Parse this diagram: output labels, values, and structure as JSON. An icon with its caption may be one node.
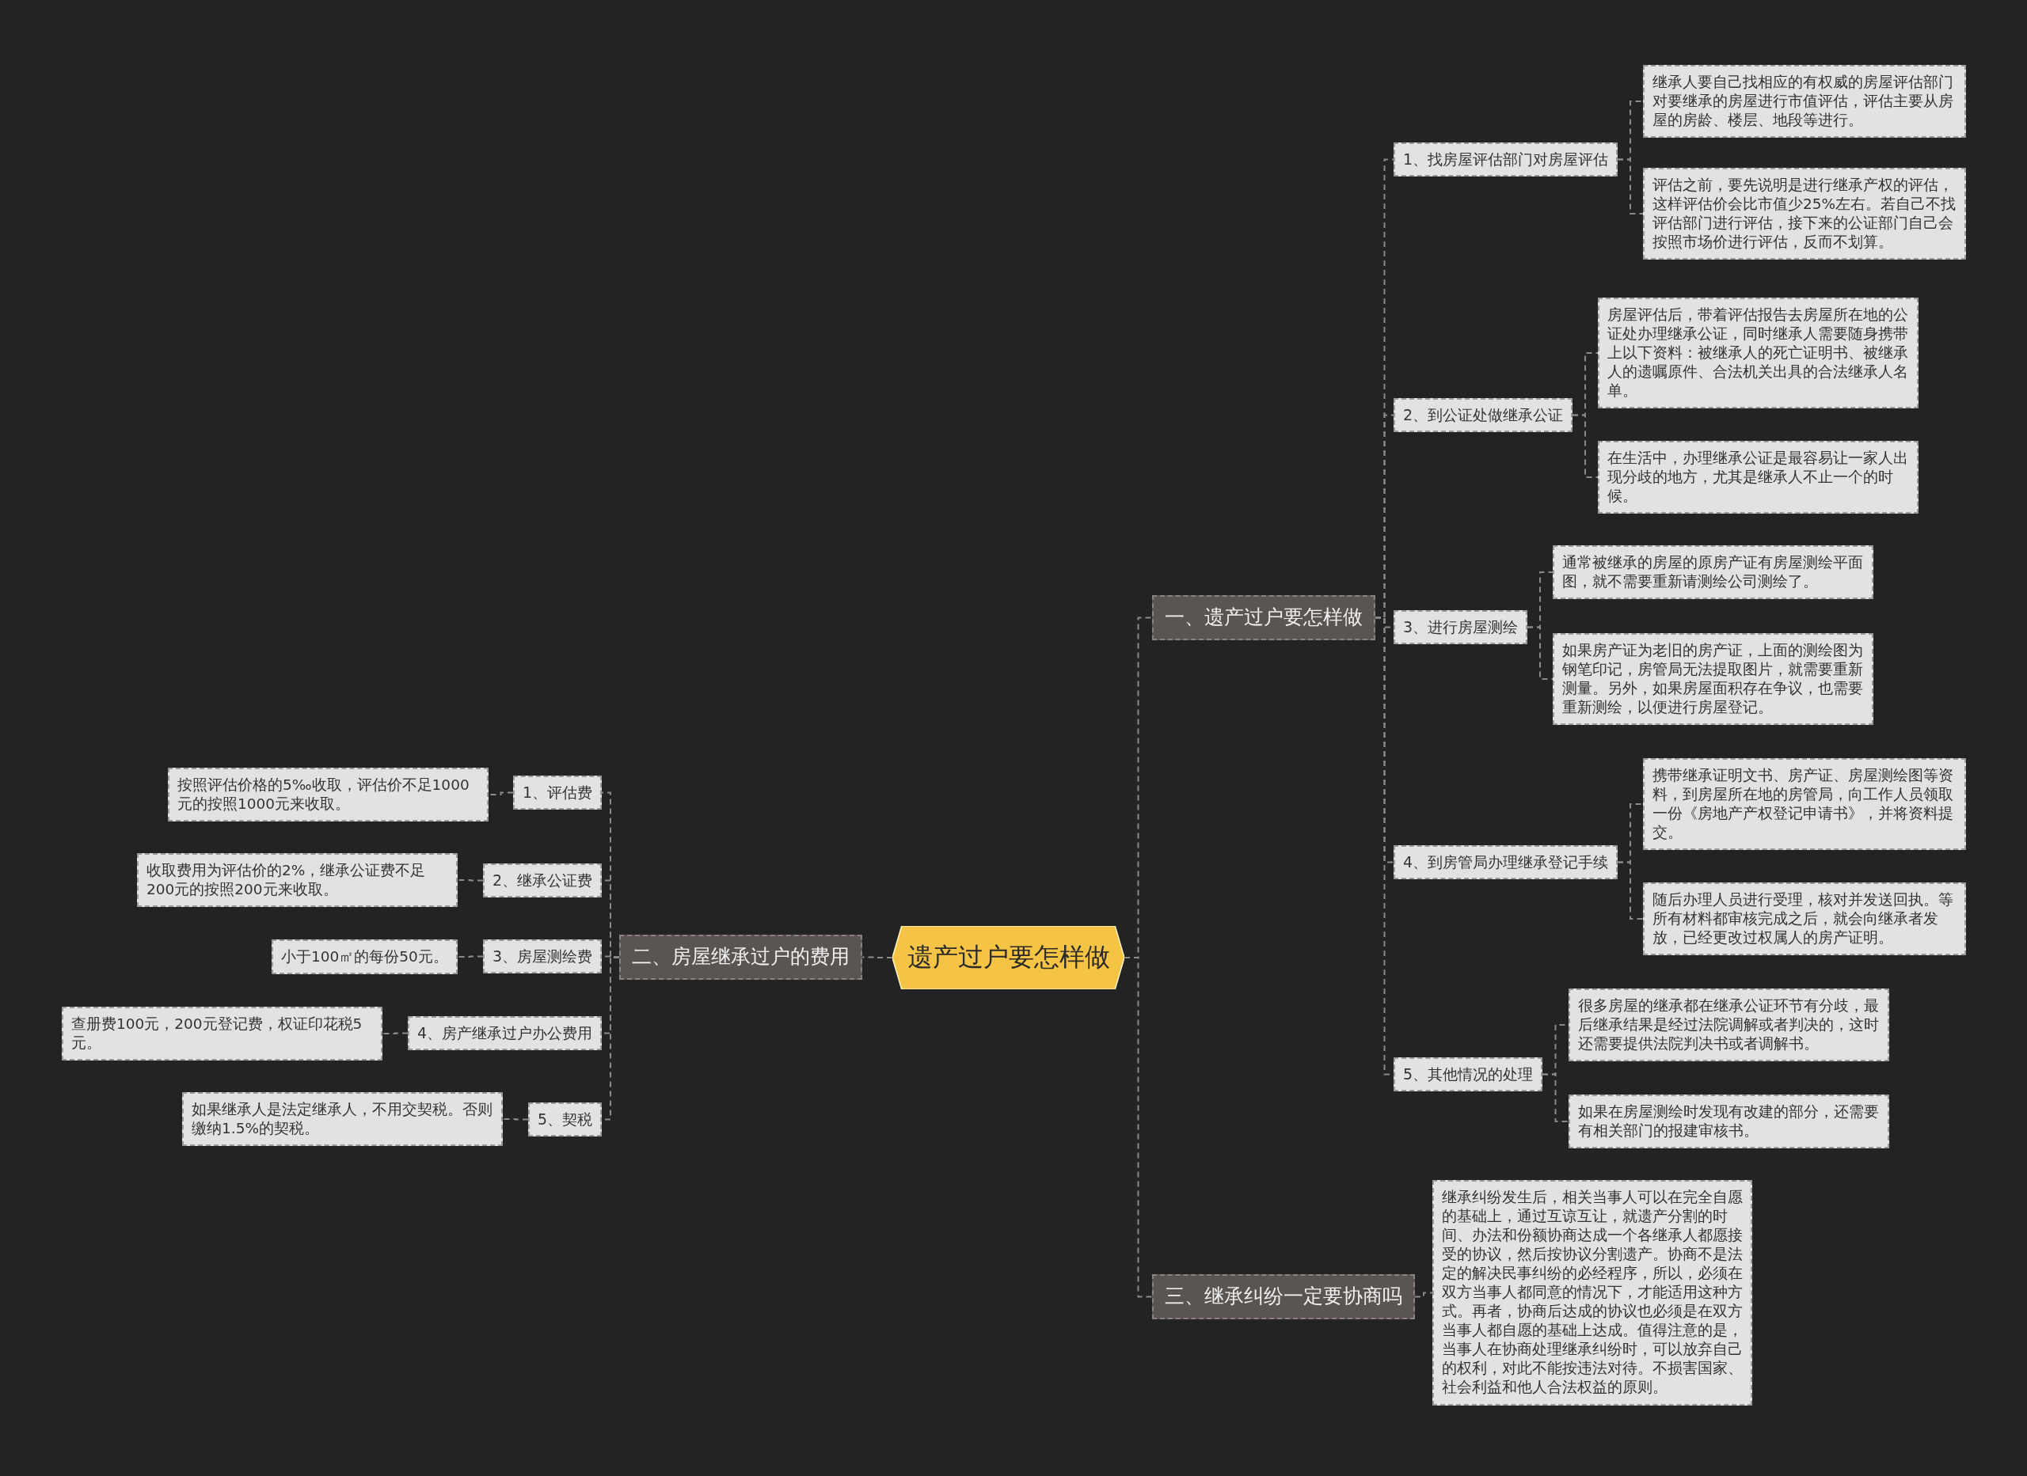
{
  "diagram": {
    "nodes": [
      {
        "text": [
          "遗产过户要怎样做"
        ]
      },
      {
        "text": [
          "一、遗产过户要怎样做"
        ]
      },
      {
        "text": [
          "1、找房屋评估部门对房屋评估"
        ]
      },
      {
        "text": [
          "继承人要自己找相应的有权威的房屋评估部门对要继承的房屋进行市值评估，评估主要从房屋的房龄、楼层、地段等进行。"
        ]
      },
      {
        "text": [
          "评估之前，要先说明是进行继承产权的评估，这样评估价会比市值少25%左右。若自己不找评估部门进行评估，接下来的公证部门自己会按照市场价进行评估，反而不划算。"
        ]
      },
      {
        "text": [
          "2、到公证处做继承公证"
        ]
      },
      {
        "text": [
          "房屋评估后，带着评估报告去房屋所在地的公证处办理继承公证，同时继承人需要随身携带上以下资料：被继承人的死亡证明书、被继承人的遗嘱原件、合法机关出具的合法继承人名单。"
        ]
      },
      {
        "text": [
          "在生活中，办理继承公证是最容易让一家人出现分歧的地方，尤其是继承人不止一个的时候。"
        ]
      },
      {
        "text": [
          "3、进行房屋测绘"
        ]
      },
      {
        "text": [
          "通常被继承的房屋的原房产证有房屋测绘平面图，就不需要重新请测绘公司测绘了。"
        ]
      },
      {
        "text": [
          "如果房产证为老旧的房产证，上面的测绘图为钢笔印记，房管局无法提取图片，就需要重新测量。另外，如果房屋面积存在争议，也需要重新测绘，以便进行房屋登记。"
        ]
      },
      {
        "text": [
          "4、到房管局办理继承登记手续"
        ]
      },
      {
        "text": [
          "携带继承证明文书、房产证、房屋测绘图等资料，到房屋所在地的房管局，向工作人员领取一份《房地产产权登记申请书》，并将资料提交。"
        ]
      },
      {
        "text": [
          "随后办理人员进行受理，核对并发送回执。等所有材料都审核完成之后，就会向继承者发放，已经更改过权属人的房产证明。"
        ]
      },
      {
        "text": [
          "5、其他情况的处理"
        ]
      },
      {
        "text": [
          "很多房屋的继承都在继承公证环节有分歧，最后继承结果是经过法院调解或者判决的，这时还需要提供法院判决书或者调解书。"
        ]
      },
      {
        "text": [
          "如果在房屋测绘时发现有改建的部分，还需要有相关部门的报建审核书。"
        ]
      },
      {
        "text": [
          "三、继承纠纷一定要协商吗"
        ]
      },
      {
        "text": [
          "继承纠纷发生后，相关当事人可以在完全自愿的基础上，通过互谅互让，就遗产分割的时间、办法和份额协商达成一个各继承人都愿接受的协议，然后按协议分割遗产。协商不是法定的解决民事纠纷的必经程序，所以，必须在双方当事人都同意的情况下，才能适用这种方式。再者，协商后达成的协议也必须是在双方当事人都自愿的基础上达成。值得注意的是，当事人在协商处理继承纠纷时，可以放弃自己的权利，对此不能按违法对待。不损害国家、社会利益和他人合法权益的原则。"
        ]
      },
      {
        "text": [
          "二、房屋继承过户的费用"
        ]
      },
      {
        "text": [
          "1、评估费"
        ]
      },
      {
        "text": [
          "按照评估价格的5‰收取，评估价不足1000元的按照1000元来收取。"
        ]
      },
      {
        "text": [
          "2、继承公证费"
        ]
      },
      {
        "text": [
          "收取费用为评估价的2%，继承公证费不足200元的按照200元来收取。"
        ]
      },
      {
        "text": [
          "3、房屋测绘费"
        ]
      },
      {
        "text": [
          "小于100㎡的每份50元。"
        ]
      },
      {
        "text": [
          "4、房产继承过户办公费用"
        ]
      },
      {
        "text": [
          "查册费100元，200元登记费，权证印花税5元。"
        ]
      },
      {
        "text": [
          "5、契税"
        ]
      },
      {
        "text": [
          "如果继承人是法定继承人，不用交契税。否则缴纳1.5%的契税。"
        ]
      }
    ],
    "edges": [
      {
        "from": 0,
        "to": 1,
        "arrow": "none"
      },
      {
        "from": 1,
        "to": 2,
        "arrow": "none"
      },
      {
        "from": 2,
        "to": 3,
        "arrow": "none"
      },
      {
        "from": 2,
        "to": 4,
        "arrow": "none"
      },
      {
        "from": 1,
        "to": 5,
        "arrow": "none"
      },
      {
        "from": 5,
        "to": 6,
        "arrow": "none"
      },
      {
        "from": 5,
        "to": 7,
        "arrow": "none"
      },
      {
        "from": 1,
        "to": 8,
        "arrow": "none"
      },
      {
        "from": 8,
        "to": 9,
        "arrow": "none"
      },
      {
        "from": 8,
        "to": 10,
        "arrow": "none"
      },
      {
        "from": 1,
        "to": 11,
        "arrow": "none"
      },
      {
        "from": 11,
        "to": 12,
        "arrow": "none"
      },
      {
        "from": 11,
        "to": 13,
        "arrow": "none"
      },
      {
        "from": 1,
        "to": 14,
        "arrow": "none"
      },
      {
        "from": 14,
        "to": 15,
        "arrow": "none"
      },
      {
        "from": 14,
        "to": 16,
        "arrow": "none"
      },
      {
        "from": 0,
        "to": 17,
        "arrow": "none"
      },
      {
        "from": 17,
        "to": 18,
        "arrow": "none"
      },
      {
        "from": 0,
        "to": 19,
        "arrow": "none"
      },
      {
        "from": 19,
        "to": 20,
        "arrow": "none"
      },
      {
        "from": 20,
        "to": 21,
        "arrow": "none"
      },
      {
        "from": 19,
        "to": 22,
        "arrow": "none"
      },
      {
        "from": 22,
        "to": 23,
        "arrow": "none"
      },
      {
        "from": 19,
        "to": 24,
        "arrow": "none"
      },
      {
        "from": 24,
        "to": 25,
        "arrow": "none"
      },
      {
        "from": 19,
        "to": 26,
        "arrow": "none"
      },
      {
        "from": 26,
        "to": 27,
        "arrow": "none"
      },
      {
        "from": 19,
        "to": 28,
        "arrow": "none"
      },
      {
        "from": 28,
        "to": 29,
        "arrow": "none"
      }
    ]
  }
}
